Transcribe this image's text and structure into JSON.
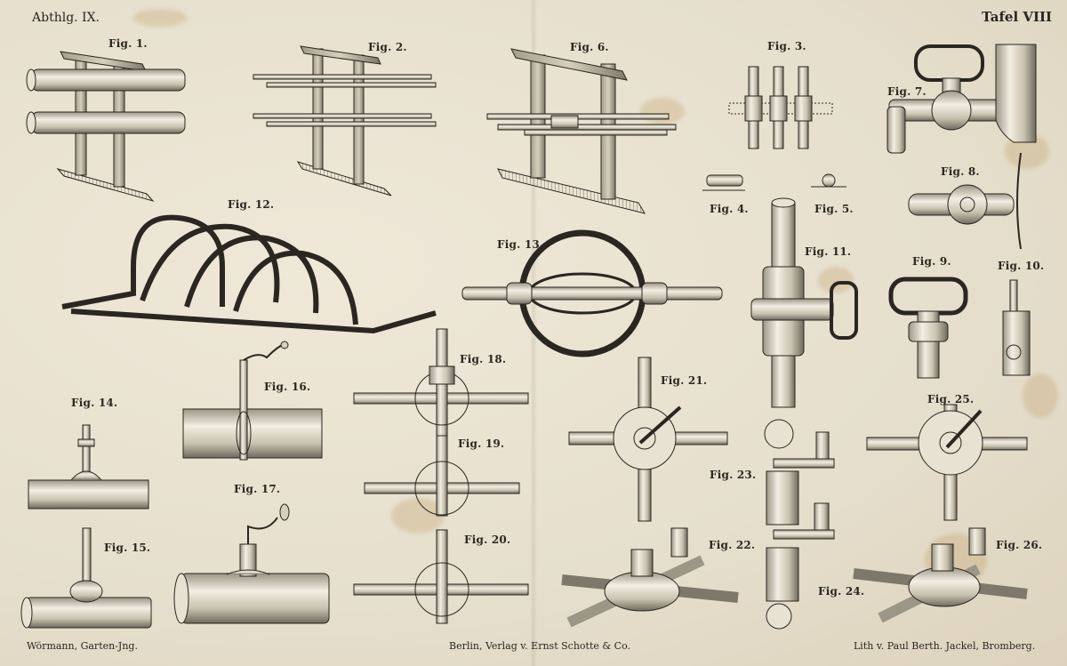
{
  "header": {
    "section": "Abthlg. IX.",
    "plate": "Tafel VIII"
  },
  "figures": {
    "f1": "Fig. 1.",
    "f2": "Fig. 2.",
    "f3": "Fig. 3.",
    "f4": "Fig. 4.",
    "f5": "Fig. 5.",
    "f6": "Fig. 6.",
    "f7": "Fig. 7.",
    "f8": "Fig. 8.",
    "f9": "Fig. 9.",
    "f10": "Fig. 10.",
    "f11": "Fig. 11.",
    "f12": "Fig. 12.",
    "f13": "Fig. 13.",
    "f14": "Fig. 14.",
    "f15": "Fig. 15.",
    "f16": "Fig. 16.",
    "f17": "Fig. 17.",
    "f18": "Fig. 18.",
    "f19": "Fig. 19.",
    "f20": "Fig. 20.",
    "f21": "Fig. 21.",
    "f22": "Fig. 22.",
    "f23": "Fig. 23.",
    "f24": "Fig. 24.",
    "f25": "Fig. 25.",
    "f26": "Fig. 26."
  },
  "footer": {
    "author": "Wörmann, Garten-Jng.",
    "publisher": "Berlin, Verlag v. Ernst Schotte & Co.",
    "lithographer": "Lith v. Paul Berth. Jackel, Bromberg."
  }
}
